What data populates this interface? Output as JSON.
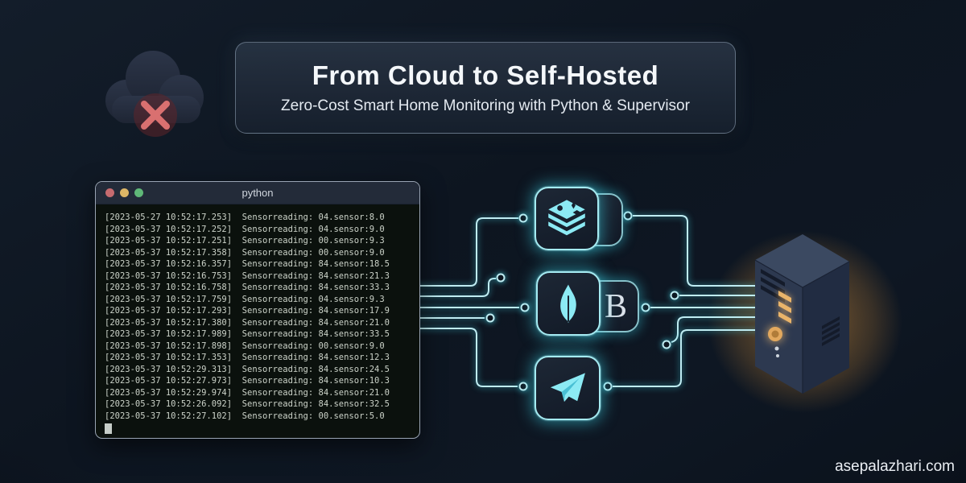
{
  "header": {
    "title": "From Cloud to Self-Hosted",
    "subtitle": "Zero-Cost Smart Home Monitoring with Python & Supervisor"
  },
  "terminal": {
    "title": "python",
    "lines": [
      "[2023-05-27 10:52:17.253]  Sensorreading: 04.sensor:8.0",
      "[2023-05-37 10:52:17.252]  Sensorreading: 04.sensor:9.0",
      "[2023-05-37 10:52:17.251]  Sensorreading: 00.sensor:9.3",
      "[2023-05-37 10:52:17.358]  Sensorreading: 00.sensor:9.0",
      "[2023-05-37 10:52:16.357]  Sensorreading: 84.sensor:18.5",
      "[2023-05-37 10:52:16.753]  Sensorreading: 84.sensor:21.3",
      "[2023-05-37 10:52:16.758]  Sensorreading: 84.sensor:33.3",
      "[2023-05-37 10:52:17.759]  Sensorreading: 04.sensor:9.3",
      "[2023-05-37 10:52:17.293]  Sensorreading: 84.sensor:17.9",
      "[2023-05-37 10:52:17.380]  Sensorreading: 84.sensor:21.0",
      "[2023-05-37 10:52:17.989]  Sensorreading: 84.sensor:33.5",
      "[2023-05-37 10:52:17.898]  Sensorreading: 00.sensor:9.0",
      "[2023-05-37 10:52:17.353]  Sensorreading: 84.sensor:12.3",
      "[2023-05-37 10:52:29.313]  Sensorreading: 84.sensor:24.5",
      "[2023-05-37 10:52:27.973]  Sensorreading: 84.sensor:10.3",
      "[2023-05-37 10:52:29.974]  Sensorreading: 84.sensor:21.0",
      "[2023-05-37 10:52:26.092]  Sensorreading: 84.sensor:32.5",
      "[2023-05-37 10:52:27.102]  Sensorreading: 00.sensor:5.0"
    ]
  },
  "services": {
    "redis_icon": "redis-database-stack-icon",
    "mongo_icon": "mongodb-leaf-icon",
    "telegram_icon": "telegram-plane-icon",
    "mongo_badge_letter": "B"
  },
  "cloud": {
    "icon": "cloud-crossed-out-icon"
  },
  "server": {
    "icon": "server-tower-icon"
  },
  "footer": {
    "watermark": "asepalazhari.com"
  },
  "colors": {
    "accent_cyan": "#57dbe8",
    "wire_cyan": "#bfecf2",
    "glow_amber": "#d99540",
    "status_red": "#d96b6b",
    "terminal_bg": "#0b110d",
    "titlebar_bg": "#232b39"
  }
}
